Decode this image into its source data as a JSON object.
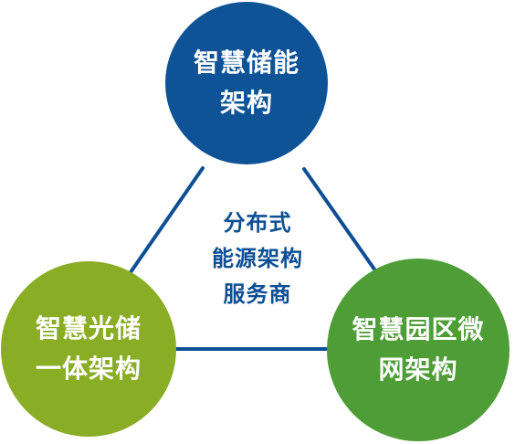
{
  "colors": {
    "line": "#0d4f95",
    "top_node": "#0d5396",
    "left_node": "#8aad26",
    "right_node": "#4f9d37",
    "center_text": "#0d4f95",
    "node_text": "#ffffff"
  },
  "nodes": {
    "top": {
      "line1": "智慧储能",
      "line2": "架构"
    },
    "left": {
      "line1": "智慧光储",
      "line2": "一体架构"
    },
    "right": {
      "line1": "智慧园区微",
      "line2": "网架构"
    }
  },
  "center": {
    "line1": "分布式",
    "line2": "能源架构",
    "line3": "服务商"
  }
}
